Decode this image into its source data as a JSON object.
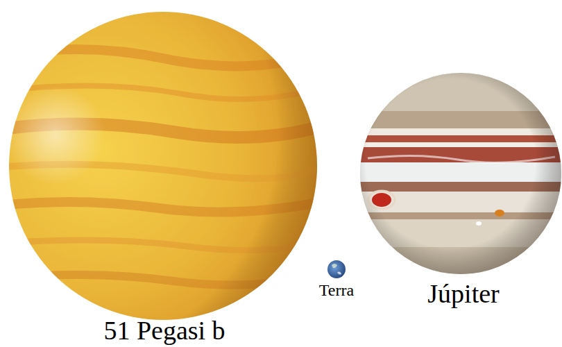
{
  "diagram": {
    "labels": [
      "51 Pegasi b",
      "Terra",
      "Júpiter"
    ]
  }
}
